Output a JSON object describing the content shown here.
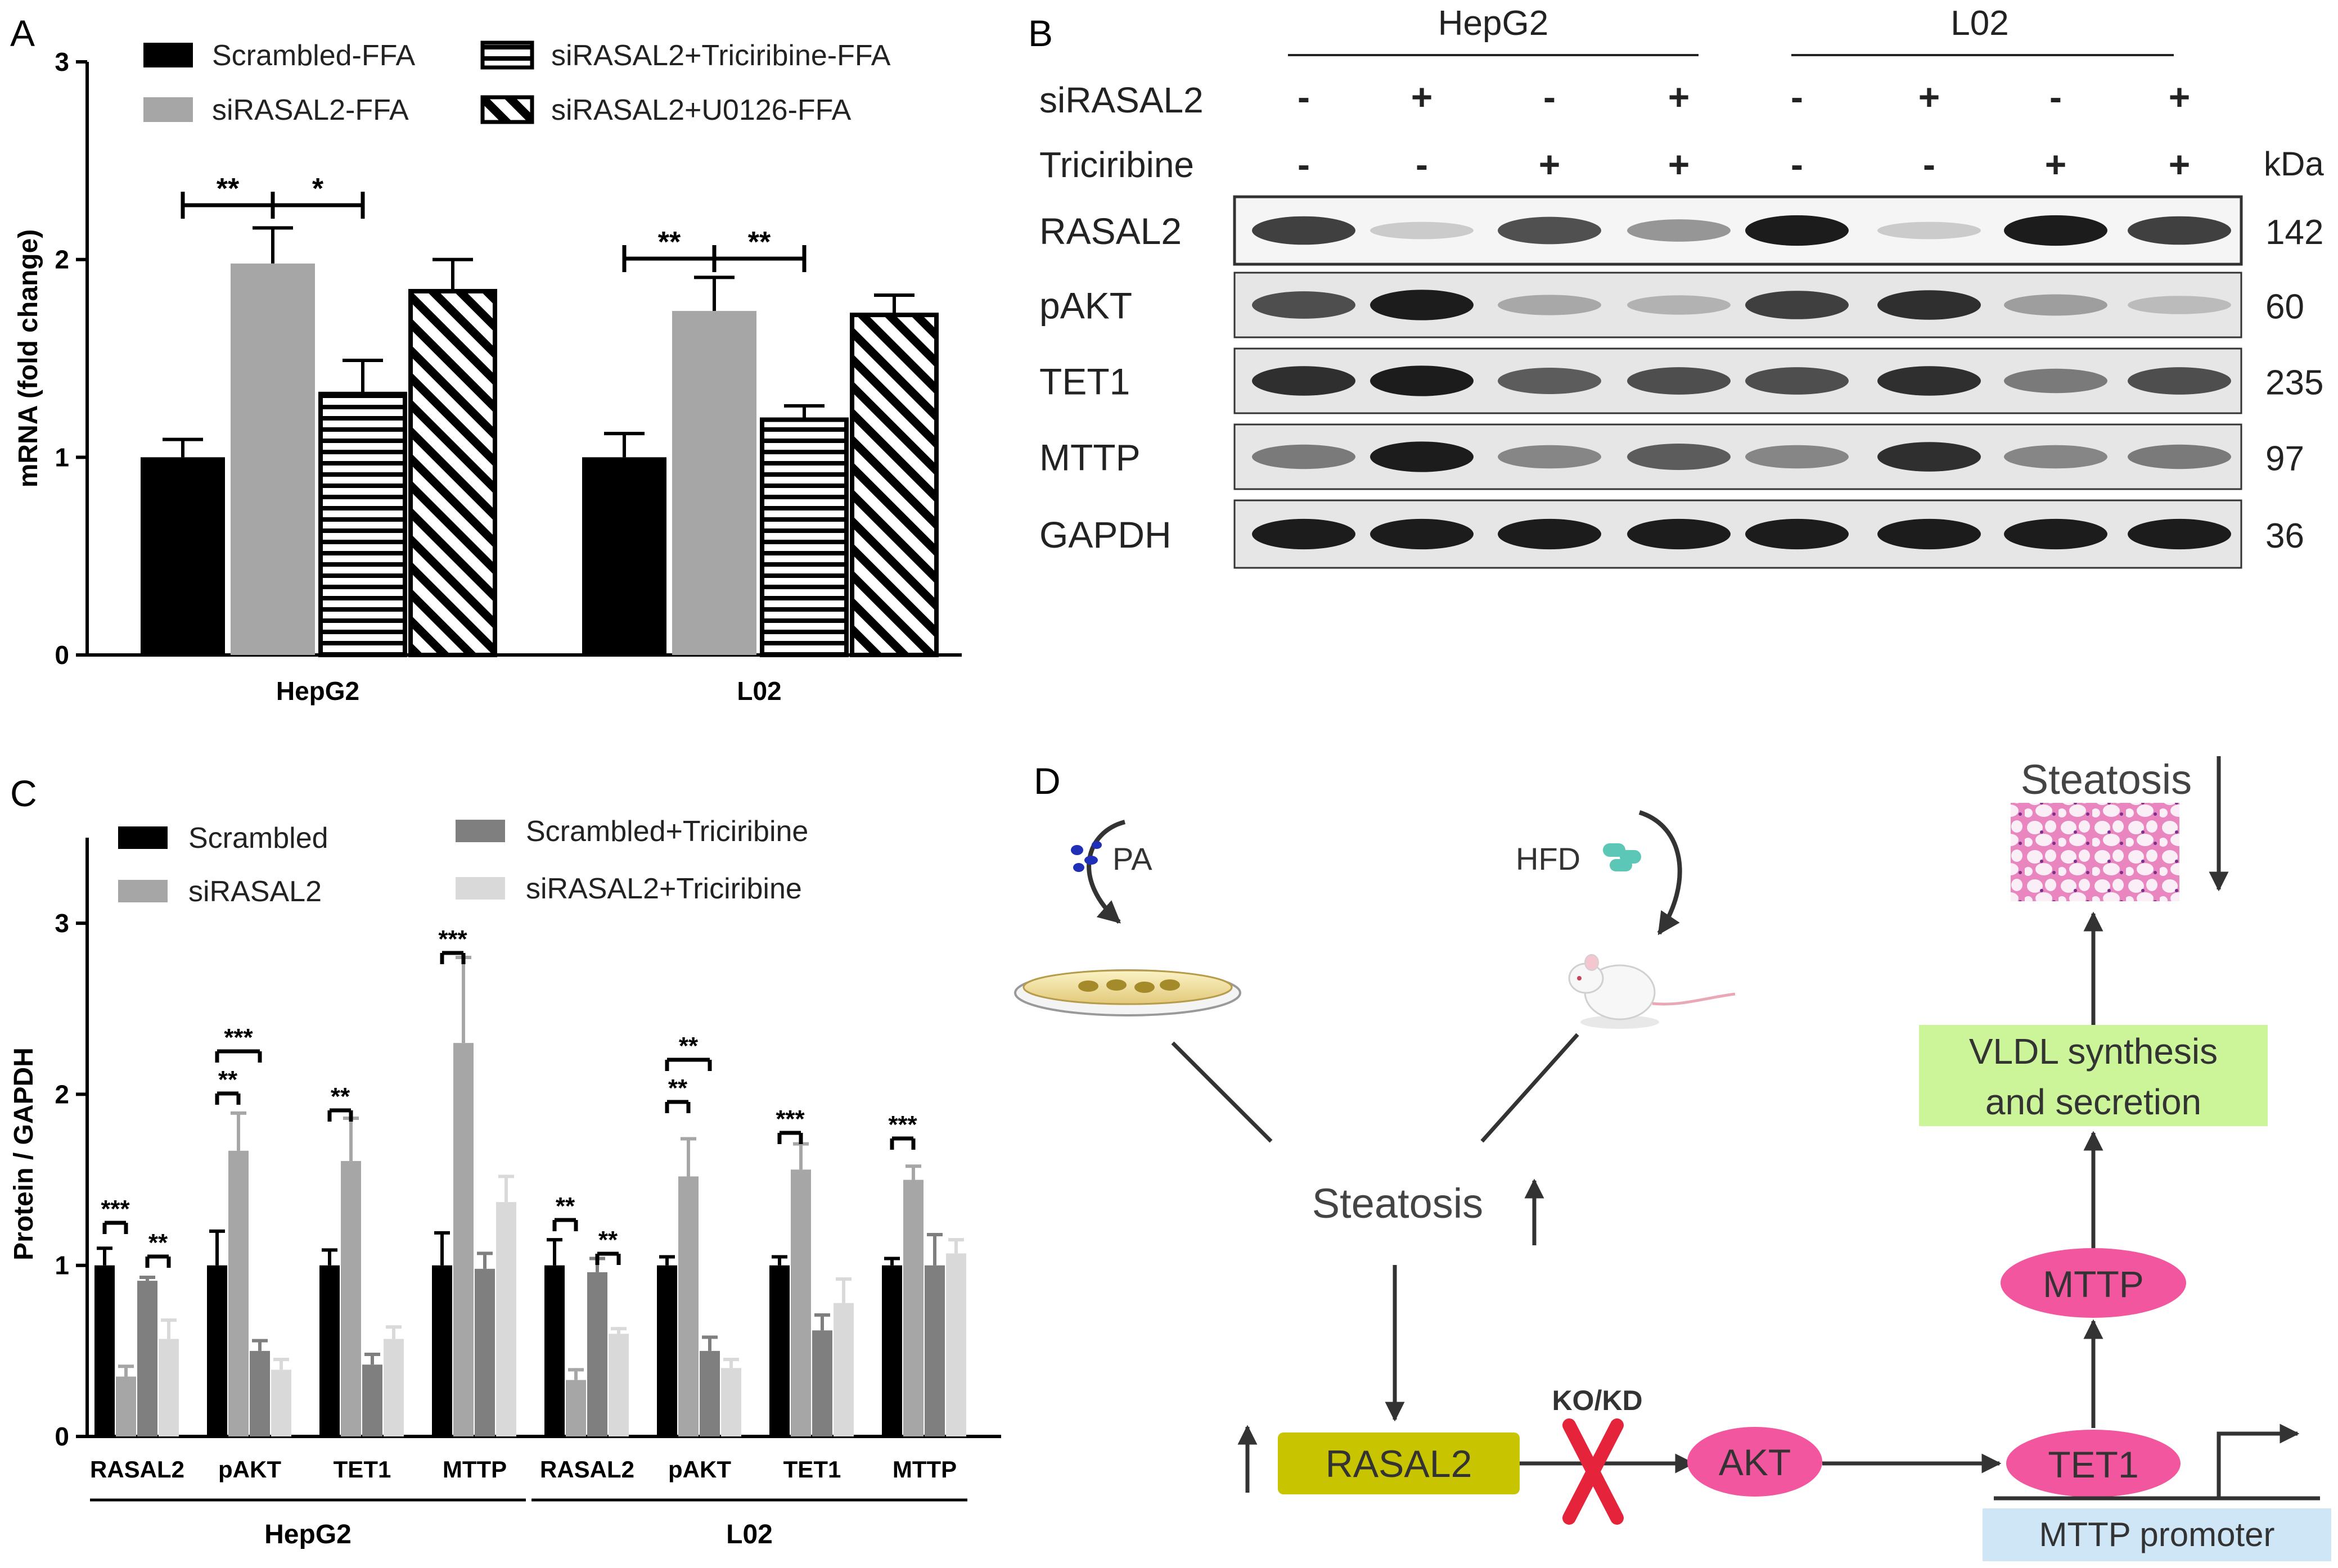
{
  "panels": {
    "a": {
      "label": "A"
    },
    "b": {
      "label": "B"
    },
    "c": {
      "label": "C"
    },
    "d": {
      "label": "D"
    }
  },
  "chart_data": [
    {
      "panel": "A",
      "type": "bar",
      "ylabel": "mRNA (fold change)",
      "ylim": [
        0,
        3
      ],
      "yticks": [
        0,
        1,
        2,
        3
      ],
      "categories": [
        "HepG2",
        "L02"
      ],
      "legend_placement": "top",
      "series": [
        {
          "name": "Scrambled-FFA",
          "values": [
            1.0,
            1.0
          ],
          "errors": [
            0.09,
            0.12
          ],
          "fill": "#000000",
          "pattern": "solid"
        },
        {
          "name": "siRASAL2-FFA",
          "values": [
            1.98,
            1.74
          ],
          "errors": [
            0.18,
            0.17
          ],
          "fill": "#a6a6a6",
          "pattern": "solid"
        },
        {
          "name": "siRASAL2+Triciribine-FFA",
          "values": [
            1.32,
            1.19
          ],
          "errors": [
            0.17,
            0.07
          ],
          "fill": "#ffffff",
          "pattern": "horizontal"
        },
        {
          "name": "siRASAL2+U0126-FFA",
          "values": [
            1.84,
            1.72
          ],
          "errors": [
            0.16,
            0.1
          ],
          "fill": "#ffffff",
          "pattern": "diagonal"
        }
      ],
      "significance": [
        {
          "group": 0,
          "from": 0,
          "to": 1,
          "label": "**"
        },
        {
          "group": 0,
          "from": 1,
          "to": 2,
          "label": "*"
        },
        {
          "group": 1,
          "from": 0,
          "to": 1,
          "label": "**"
        },
        {
          "group": 1,
          "from": 1,
          "to": 2,
          "label": "**"
        }
      ]
    },
    {
      "panel": "C",
      "type": "bar",
      "ylabel": "Protein / GAPDH",
      "ylim": [
        0,
        3.5
      ],
      "yticks": [
        0,
        1,
        2,
        3
      ],
      "categories": [
        "RASAL2",
        "pAKT",
        "TET1",
        "MTTP",
        "RASAL2",
        "pAKT",
        "TET1",
        "MTTP"
      ],
      "groups": [
        "HepG2",
        "L02"
      ],
      "legend_placement": "top",
      "series": [
        {
          "name": "Scrambled",
          "values": [
            1.0,
            1.0,
            1.0,
            1.0,
            1.0,
            1.0,
            1.0,
            1.0
          ],
          "errors": [
            0.1,
            0.2,
            0.09,
            0.19,
            0.15,
            0.05,
            0.05,
            0.04
          ],
          "fill": "#000000"
        },
        {
          "name": "siRASAL2",
          "values": [
            0.35,
            1.67,
            1.61,
            2.3,
            0.33,
            1.52,
            1.56,
            1.5
          ],
          "errors": [
            0.06,
            0.22,
            0.25,
            0.5,
            0.06,
            0.22,
            0.15,
            0.08
          ],
          "fill": "#a6a6a6"
        },
        {
          "name": "Scrambled+Triciribine",
          "values": [
            0.91,
            0.5,
            0.42,
            0.98,
            0.96,
            0.5,
            0.62,
            1.0
          ],
          "errors": [
            0.02,
            0.06,
            0.06,
            0.09,
            0.08,
            0.08,
            0.09,
            0.18
          ],
          "fill": "#7f7f7f"
        },
        {
          "name": "siRASAL2+Triciribine",
          "values": [
            0.57,
            0.39,
            0.57,
            1.37,
            0.6,
            0.4,
            0.78,
            1.07
          ],
          "errors": [
            0.11,
            0.06,
            0.07,
            0.15,
            0.03,
            0.05,
            0.14,
            0.08
          ],
          "fill": "#d9d9d9"
        }
      ],
      "significance": [
        {
          "cat": 0,
          "from": 0,
          "to": 1,
          "label": "***"
        },
        {
          "cat": 0,
          "from": 2,
          "to": 3,
          "label": "**"
        },
        {
          "cat": 1,
          "from": 0,
          "to": 1,
          "label": "**"
        },
        {
          "cat": 1,
          "from": 0,
          "to": 2,
          "label": "***"
        },
        {
          "cat": 2,
          "from": 0,
          "to": 1,
          "label": "**"
        },
        {
          "cat": 3,
          "from": 0,
          "to": 1,
          "label": "***"
        },
        {
          "cat": 4,
          "from": 0,
          "to": 1,
          "label": "**"
        },
        {
          "cat": 4,
          "from": 2,
          "to": 3,
          "label": "**"
        },
        {
          "cat": 5,
          "from": 0,
          "to": 1,
          "label": "**"
        },
        {
          "cat": 5,
          "from": 0,
          "to": 2,
          "label": "**"
        },
        {
          "cat": 6,
          "from": 0,
          "to": 1,
          "label": "***"
        },
        {
          "cat": 7,
          "from": 0,
          "to": 1,
          "label": "***"
        }
      ]
    }
  ],
  "blot": {
    "cell_lines": [
      "HepG2",
      "L02"
    ],
    "conditions": [
      {
        "label": "siRASAL2",
        "signs": [
          "-",
          "+",
          "-",
          "+",
          "-",
          "+",
          "-",
          "+"
        ]
      },
      {
        "label": "Triciribine",
        "signs": [
          "-",
          "-",
          "+",
          "+",
          "-",
          "-",
          "+",
          "+"
        ]
      }
    ],
    "unit": "kDa",
    "bands": [
      {
        "protein": "RASAL2",
        "kda": "142",
        "intensity": [
          0.85,
          0.3,
          0.8,
          0.55,
          0.95,
          0.3,
          0.95,
          0.85
        ]
      },
      {
        "protein": "pAKT",
        "kda": "60",
        "intensity": [
          0.8,
          0.95,
          0.45,
          0.4,
          0.85,
          0.9,
          0.5,
          0.35
        ]
      },
      {
        "protein": "TET1",
        "kda": "235",
        "intensity": [
          0.9,
          0.95,
          0.75,
          0.8,
          0.8,
          0.9,
          0.65,
          0.8
        ]
      },
      {
        "protein": "MTTP",
        "kda": "97",
        "intensity": [
          0.65,
          0.95,
          0.6,
          0.75,
          0.6,
          0.9,
          0.6,
          0.65
        ]
      },
      {
        "protein": "GAPDH",
        "kda": "36",
        "intensity": [
          0.95,
          0.95,
          0.95,
          0.95,
          0.95,
          0.95,
          0.95,
          0.95
        ]
      }
    ]
  },
  "diagram": {
    "pa_label": "PA",
    "hfd_label": "HFD",
    "steatosis_center": "Steatosis",
    "steatosis_top": "Steatosis",
    "rasal2": "RASAL2",
    "kokd": "KO/KD",
    "akt": "AKT",
    "tet1": "TET1",
    "mttp": "MTTP",
    "vldl_line1": "VLDL synthesis",
    "vldl_line2": "and secretion",
    "promoter": "MTTP promoter",
    "colors": {
      "rasal2_box": "#c9c400",
      "node_pink": "#f2569f",
      "vldl_box": "#ccf59a",
      "promoter_box": "#cfe6f7",
      "ko_cross": "#e5233a",
      "pill": "#5cc7b6",
      "pa_dot": "#1f2fb8"
    }
  }
}
